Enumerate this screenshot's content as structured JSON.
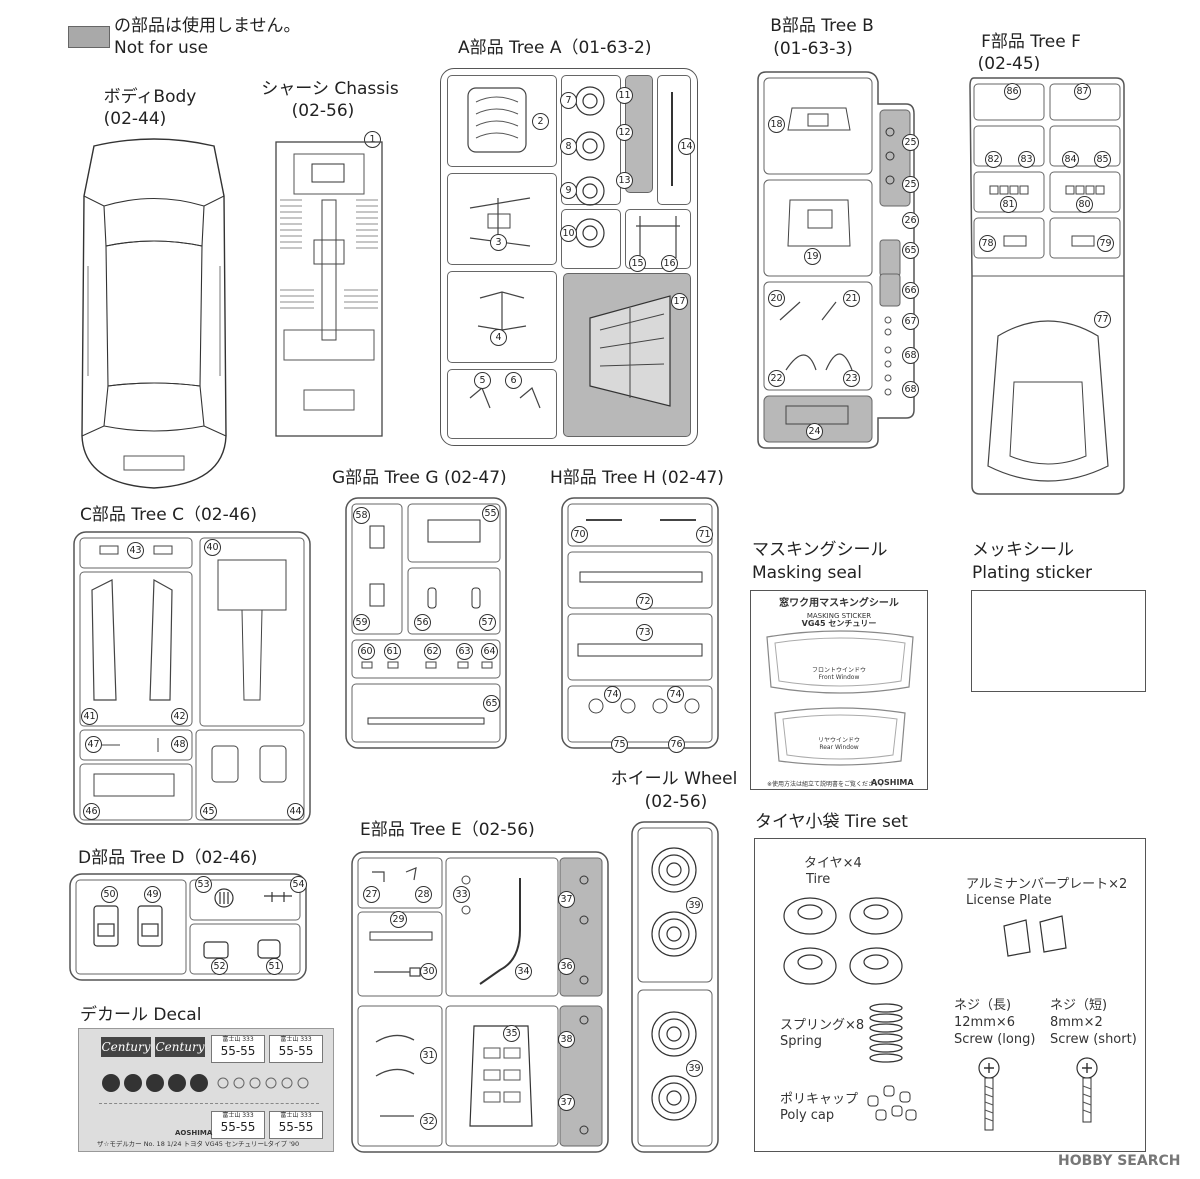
{
  "legend": {
    "jp": "の部品は使用しません。",
    "en": "Not for use",
    "swatch_color": "#a9a9a9"
  },
  "body": {
    "title": "ボディBody",
    "code": "(02-44)"
  },
  "chassis": {
    "title": "シャーシ Chassis",
    "code": "(02-56)",
    "part": "1"
  },
  "treeA": {
    "title": "A部品 Tree A（01-63-2)",
    "parts": [
      "2",
      "3",
      "4",
      "5",
      "6",
      "7",
      "8",
      "9",
      "10",
      "11",
      "12",
      "13",
      "14",
      "15",
      "16",
      "17"
    ]
  },
  "treeB": {
    "title": "B部品 Tree B",
    "code": "(01-63-3)",
    "parts": [
      "18",
      "19",
      "20",
      "21",
      "22",
      "23",
      "24",
      "25",
      "25",
      "26",
      "65",
      "66",
      "67",
      "68",
      "68"
    ]
  },
  "treeF": {
    "title": "F部品 Tree F",
    "code": "(02-45)",
    "parts": [
      "86",
      "87",
      "82",
      "83",
      "84",
      "85",
      "81",
      "80",
      "78",
      "79",
      "77"
    ]
  },
  "treeC": {
    "title": "C部品 Tree C（02-46)",
    "parts": [
      "43",
      "40",
      "41",
      "42",
      "47",
      "48",
      "46",
      "45",
      "44"
    ]
  },
  "treeG": {
    "title": "G部品 Tree G (02-47)",
    "parts": [
      "58",
      "55",
      "59",
      "56",
      "57",
      "60",
      "61",
      "62",
      "63",
      "64",
      "65"
    ]
  },
  "treeH": {
    "title": "H部品 Tree H (02-47)",
    "parts": [
      "70",
      "71",
      "72",
      "73",
      "74",
      "74",
      "75",
      "76"
    ]
  },
  "masking": {
    "jp": "マスキングシール",
    "en": "Masking seal",
    "sheet_title": "窓ワク用マスキングシール",
    "sheet_sub": "MASKING STICKER",
    "sheet_model": "VG45 センチュリー",
    "front_jp": "フロントウインドウ",
    "front_en": "Front Window",
    "rear_jp": "リヤウインドウ",
    "rear_en": "Rear Window",
    "note": "※使用方法は組立て説明書をご覧ください。",
    "brand": "AOSHIMA"
  },
  "plating": {
    "jp": "メッキシール",
    "en": "Plating sticker"
  },
  "wheel": {
    "title": "ホイール Wheel",
    "code": "(02-56)",
    "parts": [
      "39",
      "39"
    ]
  },
  "tireset": {
    "title": "タイヤ小袋 Tire set",
    "tire_jp": "タイヤ×4",
    "tire_en": "Tire",
    "plate_jp": "アルミナンバープレート×2",
    "plate_en": "License Plate",
    "spring_jp": "スプリング×8",
    "spring_en": "Spring",
    "screwl_jp": "ネジ（長)",
    "screwl_size": "12mm×6",
    "screwl_en": "Screw (long)",
    "screws_jp": "ネジ（短)",
    "screws_size": "8mm×2",
    "screws_en": "Screw (short)",
    "poly_jp": "ポリキャップ",
    "poly_en": "Poly cap"
  },
  "treeE": {
    "title": "E部品 Tree E（02-56)",
    "parts": [
      "27",
      "28",
      "33",
      "37",
      "29",
      "30",
      "34",
      "36",
      "31",
      "35",
      "38",
      "32",
      "37"
    ]
  },
  "treeD": {
    "title": "D部品 Tree D（02-46)",
    "parts": [
      "50",
      "49",
      "53",
      "54",
      "52",
      "51"
    ]
  },
  "decal": {
    "title": "デカール Decal",
    "script1": "Century",
    "script2": "Century",
    "plate_top1": "富士山 333",
    "plate_top2": "富士山 333",
    "plate_num": "55-55",
    "footer": "ザ☆モデルカー No. 18 1/24 トヨタ VG45 センチュリーLタイプ '90",
    "brand": "AOSHIMA"
  },
  "watermark": "HOBBY SEARCH"
}
